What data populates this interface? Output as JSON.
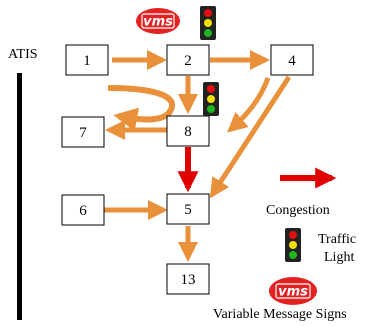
{
  "labels": {
    "atis": "ATIS",
    "congestion": "Congestion",
    "traffic_light_1": "Traffic",
    "traffic_light_2": "Light",
    "vms": "Variable Message Signs",
    "vms_logo": "vms"
  },
  "nodes": [
    {
      "id": "1",
      "label": "1"
    },
    {
      "id": "2",
      "label": "2"
    },
    {
      "id": "4",
      "label": "4"
    },
    {
      "id": "7",
      "label": "7"
    },
    {
      "id": "8",
      "label": "8"
    },
    {
      "id": "6",
      "label": "6"
    },
    {
      "id": "5",
      "label": "5"
    },
    {
      "id": "13",
      "label": "13"
    }
  ],
  "edges": [
    {
      "from": "1",
      "to": "2",
      "congested": false
    },
    {
      "from": "2",
      "to": "4",
      "congested": false
    },
    {
      "from": "2",
      "to": "8",
      "congested": false
    },
    {
      "from": "8",
      "to": "7",
      "congested": false
    },
    {
      "from": "8",
      "to": "5",
      "congested": true
    },
    {
      "from": "4",
      "to": "5",
      "congested": false
    },
    {
      "from": "6",
      "to": "5",
      "congested": false
    },
    {
      "from": "5",
      "to": "13",
      "congested": false
    }
  ],
  "colors": {
    "road": "#e8913a",
    "road_dark": "#c46a1c",
    "congestion": "#e00000",
    "vms_fill": "#e42222",
    "light_body": "#222222",
    "red": "#e01010",
    "yellow": "#f2e000",
    "green": "#1fb51f"
  }
}
